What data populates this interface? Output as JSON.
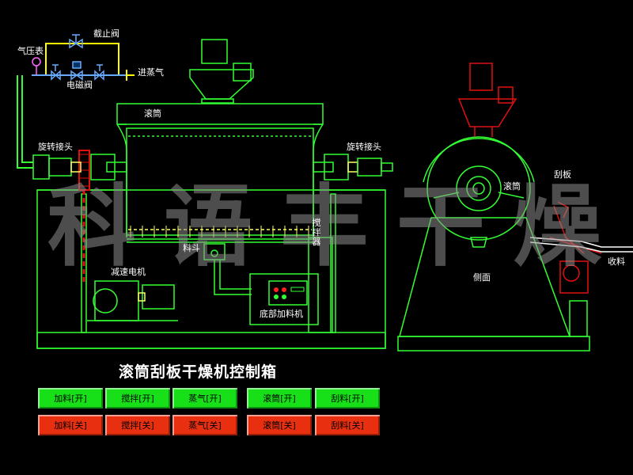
{
  "labels": {
    "stop_valve": "截止阀",
    "pressure_gauge": "气压表",
    "steam_inlet": "进蒸气",
    "solenoid_valve": "电磁阀",
    "drum_top": "滚筒",
    "rotary_joint_left": "旋转接头",
    "rotary_joint_right": "旋转接头",
    "agitator": "搅拌器",
    "hopper": "料斗",
    "gear_motor": "减速电机",
    "bottom_feeder": "底部加料机",
    "drum_side": "滚筒",
    "scraper": "刮板",
    "side_view": "侧面",
    "discharge": "收料"
  },
  "watermark": [
    "科",
    "语",
    "丰",
    "干",
    "燥"
  ],
  "panel_title": "滚筒刮板干燥机控制箱",
  "controls": {
    "on": [
      "加料[开]",
      "搅拌[开]",
      "蒸气[开]",
      "滚筒[开]",
      "刮料[开]"
    ],
    "off": [
      "加料[关]",
      "搅拌[关]",
      "蒸气[关]",
      "滚筒[关]",
      "刮料[关]"
    ]
  },
  "colors": {
    "outline": "#33ff33",
    "pipe": "#ffff00",
    "motor": "#e01010",
    "button_on": "#18e018",
    "button_off": "#e83010"
  }
}
